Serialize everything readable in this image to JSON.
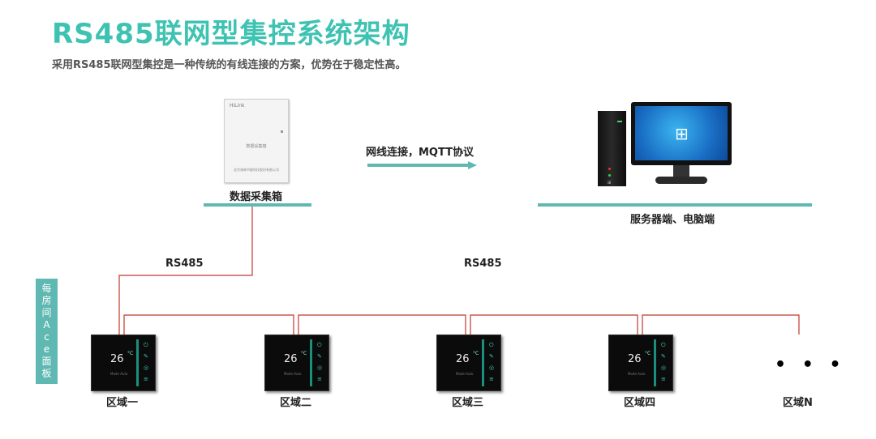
{
  "header": {
    "title": "RS485联网型集控系统架构",
    "subtitle": "采用RS485联网型集控是一种传统的有线连接的方案，优势在于稳定性高。"
  },
  "collector": {
    "brand": "HiLink",
    "device_name": "数据采集箱",
    "manufacturer": "北京海林节能科技股份有限公司",
    "label": "数据采集箱"
  },
  "link": {
    "label": "网线连接，MQTT协议"
  },
  "server": {
    "label": "服务器端、电脑端"
  },
  "bus": {
    "label_left": "RS485",
    "label_right": "RS485"
  },
  "side_label": {
    "chars": [
      "每",
      "房",
      "间",
      "A",
      "c",
      "e",
      "面",
      "板"
    ]
  },
  "panel_display": {
    "temperature": "26",
    "unit": "°C",
    "sub": "Mode  Auto"
  },
  "zones": [
    {
      "label": "区域一"
    },
    {
      "label": "区域二"
    },
    {
      "label": "区域三"
    },
    {
      "label": "区域四"
    },
    {
      "label": "区域N"
    }
  ],
  "more": "• • •",
  "colors": {
    "accent": "#3ec3b2",
    "bar": "#5fb8b2",
    "wire": "#c0392b"
  }
}
